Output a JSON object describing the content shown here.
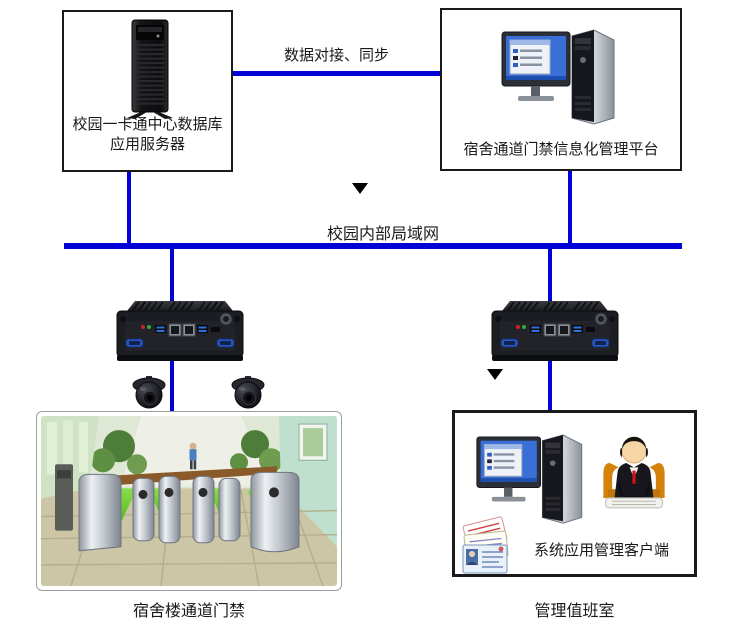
{
  "colors": {
    "connection_blue": "#0202d6",
    "box_border": "#1a1a1a",
    "flap_green": "#5ec228",
    "background": "#ffffff"
  },
  "icons": {
    "tower_server": "tower-server-icon",
    "desktop_computer": "desktop-computer-icon",
    "access_controller": "access-controller-icon",
    "dome_camera": "dome-camera-icon",
    "operator": "operator-at-desk-icon",
    "id_cards": "id-cards-icon",
    "down_arrow": "down-arrow-icon",
    "turnstile_photo": "turnstile-gate-photo"
  },
  "server_node": {
    "label_line1": "校园一卡通中心数据库",
    "label_line2": "应用服务器"
  },
  "platform_node": {
    "label": "宿舍通道门禁信息化管理平台"
  },
  "links": {
    "sync_label": "数据对接、同步",
    "lan_label": "校园内部局域网"
  },
  "turnstile_node": {
    "caption": "宿舍楼通道门禁"
  },
  "client_node": {
    "label": "系统应用管理客户端",
    "caption": "管理值班室"
  }
}
